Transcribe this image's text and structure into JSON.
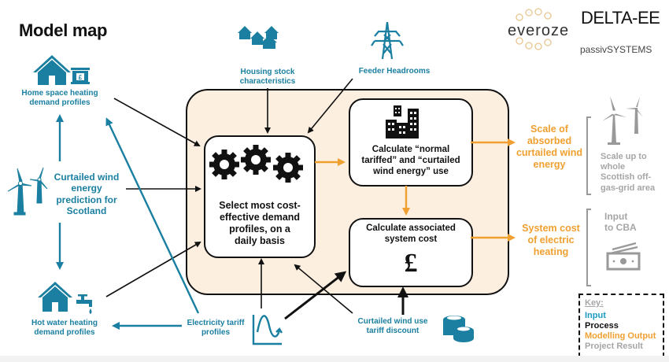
{
  "title": "Model map",
  "logos": {
    "everoze": "everoze",
    "delta": "DELTA-EE",
    "passiv": "passivSYSTEMS"
  },
  "inputs": {
    "home_space": [
      "Home space heating",
      "demand profiles"
    ],
    "curtailed_wind": [
      "Curtailed wind",
      "energy",
      "prediction for",
      "Scotland"
    ],
    "hot_water": [
      "Hot water heating",
      "demand profiles"
    ],
    "housing_stock": [
      "Housing stock",
      "characteristics"
    ],
    "feeder": "Feeder Headrooms",
    "electricity_tariff": [
      "Electricity tariff",
      "profiles"
    ],
    "curtailed_discount": [
      "Curtailed wind use",
      "tariff discount"
    ]
  },
  "processes": {
    "select": [
      "Select most cost-",
      "effective demand",
      "profiles, on a",
      "daily basis"
    ],
    "calculate_use": [
      "Calculate “normal",
      "tariffed” and “curtailed",
      "wind energy” use"
    ],
    "calculate_cost": [
      "Calculate associated",
      "system cost"
    ],
    "pound_symbol": "£"
  },
  "outputs": {
    "scale": [
      "Scale of",
      "absorbed",
      "curtailed wind",
      "energy"
    ],
    "system_cost": [
      "System cost",
      "of electric",
      "heating"
    ]
  },
  "results": {
    "scale_up": [
      "Scale up to",
      "whole",
      "Scottish off-",
      "gas-grid area"
    ],
    "cba": [
      "Input",
      "to CBA"
    ]
  },
  "key": {
    "heading": "Key:",
    "items": [
      {
        "label": "Input",
        "color": "#1a9ac0"
      },
      {
        "label": "Process",
        "color": "#111111"
      },
      {
        "label": "Modelling Output",
        "color": "#f0a030"
      },
      {
        "label": "Project Result",
        "color": "#a6a6a6"
      }
    ]
  },
  "colors": {
    "input": "#1a7fa0",
    "process": "#111111",
    "output": "#f0a030",
    "result": "#a6a6a6",
    "container_fill": "#fdefe0"
  }
}
